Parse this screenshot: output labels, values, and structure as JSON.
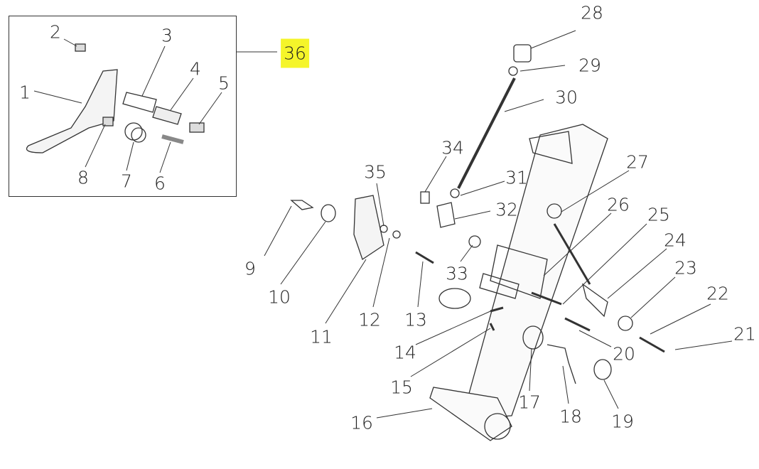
{
  "diagram": {
    "assembly_label": "36",
    "highlight_color": "#f5f52a",
    "inset_labels": [
      "1",
      "2",
      "3",
      "4",
      "5",
      "6",
      "7",
      "8"
    ],
    "labels": [
      "9",
      "10",
      "11",
      "12",
      "13",
      "14",
      "15",
      "16",
      "17",
      "18",
      "19",
      "20",
      "21",
      "22",
      "23",
      "24",
      "25",
      "26",
      "27",
      "28",
      "29",
      "30",
      "31",
      "32",
      "33",
      "34",
      "35"
    ]
  }
}
